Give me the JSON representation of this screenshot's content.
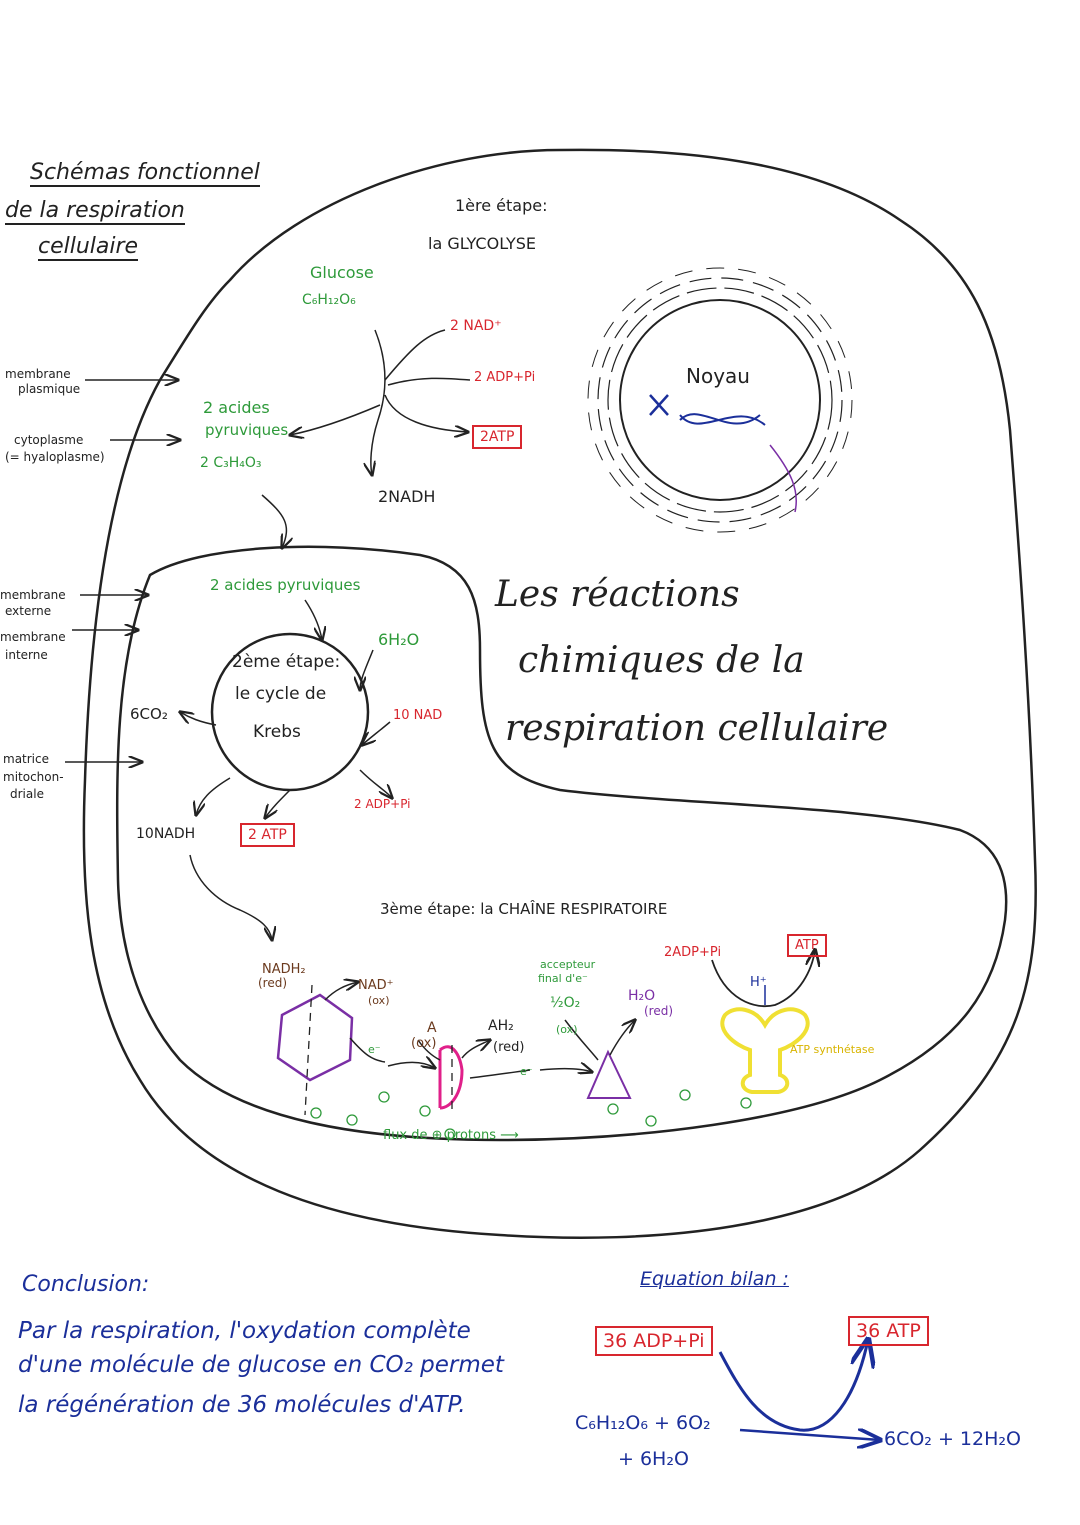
{
  "title": {
    "line1": "Schémas fonctionnel",
    "line2": "de la respiration",
    "line3": "cellulaire"
  },
  "labels_left": {
    "plasma_membrane_1": "membrane",
    "plasma_membrane_2": "plasmique",
    "cytoplasm_1": "cytoplasme",
    "cytoplasm_2": "(= hyaloplasme)",
    "outer_membrane_1": "membrane",
    "outer_membrane_2": "externe",
    "inner_membrane_1": "membrane",
    "inner_membrane_2": "interne",
    "matrix_1": "matrice",
    "matrix_2": "mitochon-",
    "matrix_3": "driale"
  },
  "stage1": {
    "title_1": "1ère étape:",
    "title_2": "la GLYCOLYSE",
    "glucose": "Glucose",
    "glucose_formula": "C₆H₁₂O₆",
    "nad": "2 NAD⁺",
    "adp": "2 ADP+Pi",
    "atp": "2ATP",
    "nadh": "2NADH",
    "pyruvic_1": "2 acides",
    "pyruvic_2": "pyruviques",
    "pyruvic_formula": "2 C₃H₄O₃"
  },
  "nucleus": {
    "label": "Noyau"
  },
  "main_title": {
    "line1": "Les réactions",
    "line2": "chimiques de la",
    "line3": "respiration cellulaire"
  },
  "stage2": {
    "input": "2 acides pyruviques",
    "title_1": "2ème étape:",
    "title_2": "le cycle de",
    "title_3": "Krebs",
    "co2": "6CO₂",
    "h2o": "6H₂O",
    "nad": "10 NAD",
    "adp": "2 ADP+Pi",
    "nadh": "10NADH",
    "atp": "2 ATP"
  },
  "stage3": {
    "title": "3ème étape: la CHAÎNE RESPIRATOIRE",
    "nadh2": "NADH₂",
    "nadh2_state": "(red)",
    "nad": "NAD⁺",
    "nad_state": "(ox)",
    "a": "A",
    "a_state": "(ox)",
    "ah2": "AH₂",
    "ah2_state": "(red)",
    "acceptor_1": "accepteur",
    "acceptor_2": "final d'e⁻",
    "o2": "½O₂",
    "o2_state": "(ox)",
    "h2o": "H₂O",
    "h2o_state": "(red)",
    "adp": "2ADP+Pi",
    "atp": "ATP",
    "hplus": "H⁺",
    "synthase": "ATP synthétase",
    "electron": "e⁻",
    "flux": "flux de ⊕ protons ⟶"
  },
  "conclusion": {
    "heading": "Conclusion:",
    "line1": "Par la respiration, l'oxydation complète",
    "line2": "d'une molécule de glucose en CO₂ permet",
    "line3": "la régénération de 36 molécules d'ATP."
  },
  "equation": {
    "heading": "Equation bilan :",
    "adp": "36 ADP+Pi",
    "atp": "36 ATP",
    "reactants_1": "C₆H₁₂O₆ + 6O₂",
    "reactants_2": "+ 6H₂O",
    "products": "6CO₂ + 12H₂O"
  },
  "colors": {
    "ink": "#222222",
    "green": "#2e9a3a",
    "red": "#d8262e",
    "purple": "#7a2fa5",
    "blue": "#1b2f9a",
    "yellow": "#f0e033",
    "magenta": "#e0208a"
  }
}
